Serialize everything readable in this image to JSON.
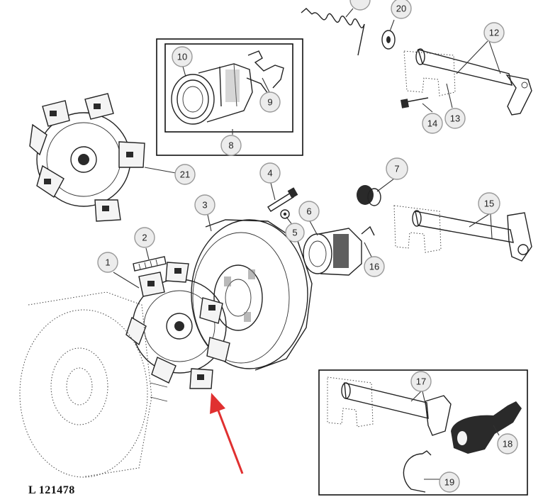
{
  "reference_code": "L 121478",
  "accent_color": "#e03030",
  "callouts": [
    {
      "id": "1",
      "label": "1"
    },
    {
      "id": "2",
      "label": "2"
    },
    {
      "id": "3",
      "label": "3"
    },
    {
      "id": "4",
      "label": "4"
    },
    {
      "id": "5",
      "label": "5"
    },
    {
      "id": "6",
      "label": "6"
    },
    {
      "id": "7",
      "label": "7"
    },
    {
      "id": "8",
      "label": "8"
    },
    {
      "id": "9",
      "label": "9"
    },
    {
      "id": "10",
      "label": "10"
    },
    {
      "id": "12",
      "label": "12"
    },
    {
      "id": "13",
      "label": "13"
    },
    {
      "id": "14",
      "label": "14"
    },
    {
      "id": "15",
      "label": "15"
    },
    {
      "id": "16",
      "label": "16"
    },
    {
      "id": "17",
      "label": "17"
    },
    {
      "id": "18",
      "label": "18"
    },
    {
      "id": "19",
      "label": "19"
    },
    {
      "id": "20",
      "label": "20"
    },
    {
      "id": "21",
      "label": "21"
    }
  ]
}
